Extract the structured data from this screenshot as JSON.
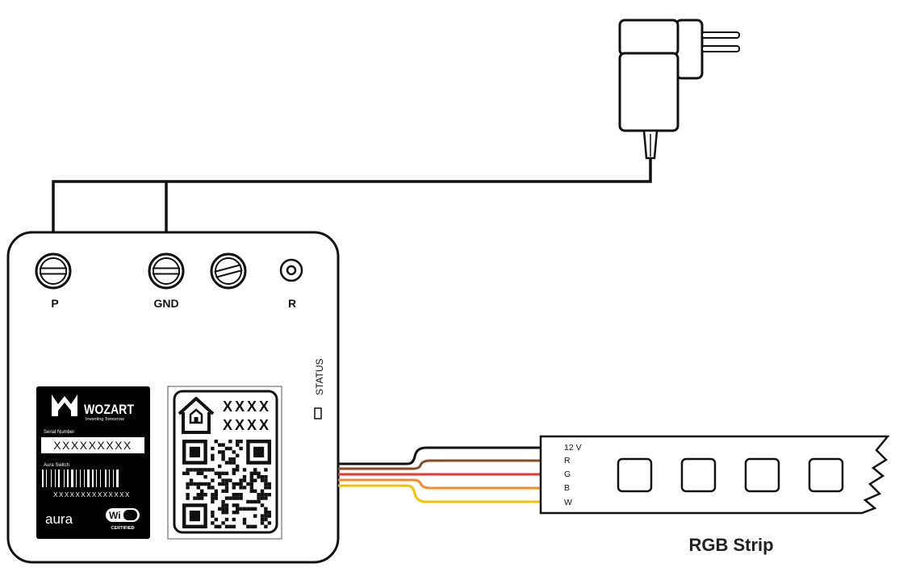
{
  "terminals": {
    "p": "P",
    "gnd": "GND",
    "r": "R"
  },
  "status": {
    "label": "STATUS"
  },
  "label_card": {
    "brand": "WOZART",
    "tagline": "Inventing Tomorrow",
    "serial_title": "Serial Number",
    "serial_value": "XXXXXXXXX",
    "product_title": "Aura Switch",
    "barcode_text": "XXXXXXXXXXXXXX",
    "logo_text": "aura",
    "wifi_text": "Wi Fi",
    "wifi_certified": "CERTIFIED"
  },
  "qr_card": {
    "code_line1": "XXXX",
    "code_line2": "XXXX"
  },
  "strip": {
    "caption": "RGB Strip",
    "pins": [
      "12 V",
      "R",
      "G",
      "B",
      "W"
    ]
  },
  "colors": {
    "line": "#111111",
    "wire_12v": "#111111",
    "wire_r": "#8a4b22",
    "wire_g": "#e53935",
    "wire_b": "#f28c28",
    "wire_w": "#f2c200"
  }
}
